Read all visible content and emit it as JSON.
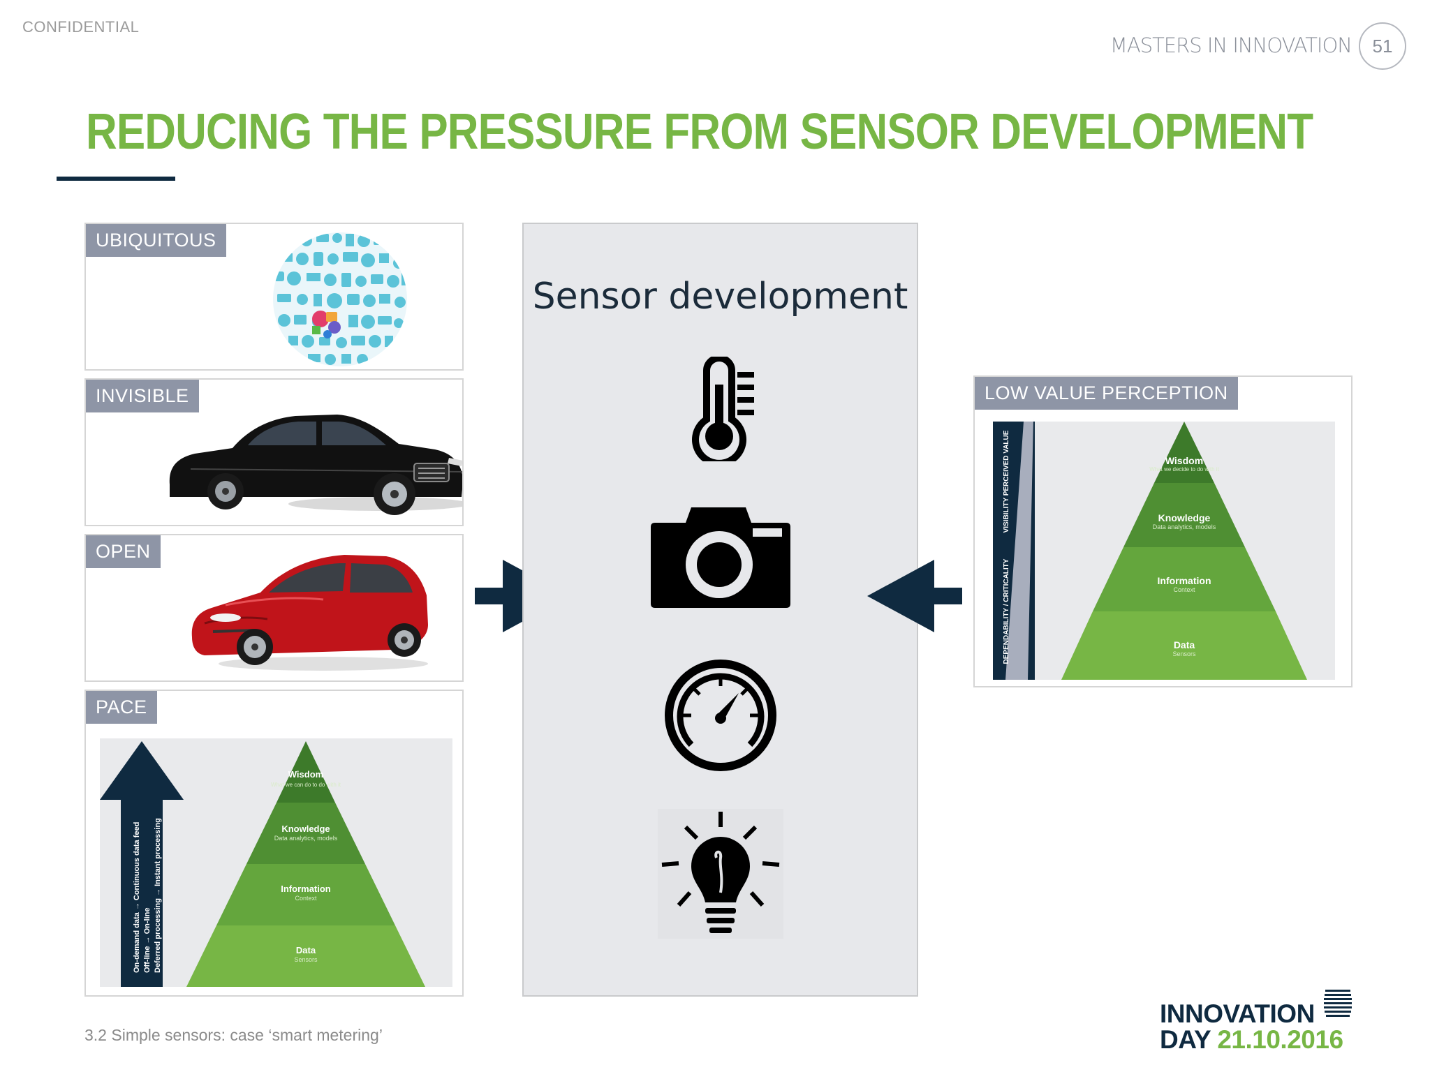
{
  "header": {
    "confidential": "CONFIDENTIAL",
    "series_name": "MASTERS IN INNOVATION",
    "page_number": "51"
  },
  "title": "REDUCING THE PRESSURE FROM SENSOR DEVELOPMENT",
  "left_cards": [
    {
      "label": "UBIQUITOUS",
      "image": "icon-globe-illustration"
    },
    {
      "label": "INVISIBLE",
      "image": "black-sedan"
    },
    {
      "label": "OPEN",
      "image": "red-sedan"
    },
    {
      "label": "PACE",
      "image": "dikw-pyramid-with-arrow"
    }
  ],
  "pace_pyramid": {
    "levels": [
      {
        "name": "Wisdom",
        "sub": "What we can do to do with it"
      },
      {
        "name": "Knowledge",
        "sub": "Data analytics, models"
      },
      {
        "name": "Information",
        "sub": "Context"
      },
      {
        "name": "Data",
        "sub": "Sensors"
      }
    ],
    "arrow_text_1": "On-demand data → Continuous data feed",
    "arrow_text_2": "Off-line → On-line",
    "arrow_text_3": "Deferred processing → Instant processing"
  },
  "center": {
    "title": "Sensor development",
    "icons": [
      "thermometer-icon",
      "camera-icon",
      "gauge-icon",
      "lightbulb-icon"
    ]
  },
  "right_card": {
    "label": "LOW VALUE PERCEPTION",
    "axis_top": "VISIBILITY PERCEIVED VALUE",
    "axis_bottom": "DEPENDABILITY / CRITICALITY",
    "levels": [
      {
        "name": "Wisdom",
        "sub": "What we decide to do with it"
      },
      {
        "name": "Knowledge",
        "sub": "Data analytics, models"
      },
      {
        "name": "Information",
        "sub": "Context"
      },
      {
        "name": "Data",
        "sub": "Sensors"
      }
    ]
  },
  "footer": {
    "note": "3.2 Simple sensors: case ‘smart metering’",
    "brand_line1": "INNOVATION",
    "brand_line2_word": "DAY",
    "brand_date": "21.10.2016"
  },
  "colors": {
    "title_green": "#77b645",
    "navy": "#0f2a40",
    "label_gray": "#8e95a6",
    "panel_gray": "#e7e8eb"
  }
}
